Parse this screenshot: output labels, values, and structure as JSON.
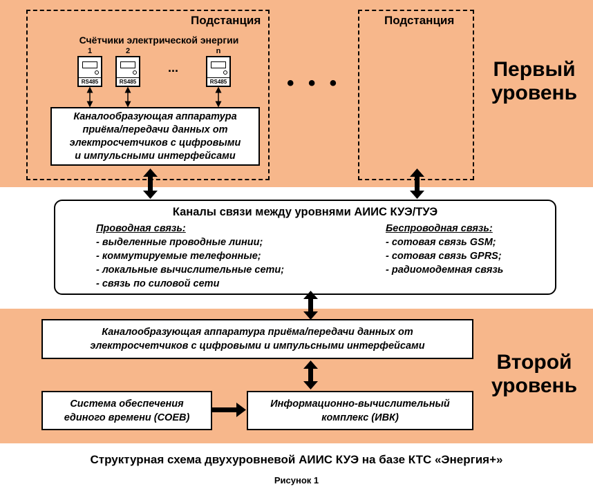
{
  "level1": {
    "label_line1": "Первый",
    "label_line2": "уровень",
    "substation_main": {
      "title": "Подстанция",
      "meters_label": "Счётчики электрической энергии",
      "meters": [
        {
          "number": "1",
          "port": "RS485"
        },
        {
          "number": "2",
          "port": "RS485"
        },
        {
          "number": "n",
          "port": "RS485"
        }
      ],
      "meters_ellipsis": "...",
      "channel_box": {
        "line1": "Каналообразующая аппаратура",
        "line2": "приёма/передачи данных от",
        "line3": "электросчетчиков с цифровыми",
        "line4": "и импульсными интерфейсами"
      }
    },
    "substation_other": {
      "title": "Подстанция"
    },
    "between_ellipsis": "• • •"
  },
  "channels": {
    "title": "Каналы связи между уровнями АИИС КУЭ/ТУЭ",
    "wired": {
      "heading": "Проводная связь:",
      "items": [
        "- выделенные проводные линии;",
        "- коммутируемые телефонные;",
        "- локальные вычислительные сети;",
        "- связь по силовой сети"
      ]
    },
    "wireless": {
      "heading": "Беспроводная связь:",
      "items": [
        "- сотовая связь GSM;",
        "- сотовая связь GPRS;",
        "- радиомодемная связь"
      ]
    }
  },
  "level2": {
    "label_line1": "Второй",
    "label_line2": "уровень",
    "channel_box": {
      "line1": "Каналообразующая аппаратура приёма/передачи данных от",
      "line2": "электросчетчиков с цифровыми и импульсными интерфейсами"
    },
    "soev_box": {
      "line1": "Система обеспечения",
      "line2": "единого времени (СОЕВ)"
    },
    "ivk_box": {
      "line1": "Информационно-вычислительный",
      "line2": "комплекс (ИВК)"
    }
  },
  "caption": {
    "title": "Структурная схема двухуровневой АИИС КУЭ на базе КТС «Энергия+»",
    "figure": "Рисунок 1"
  }
}
